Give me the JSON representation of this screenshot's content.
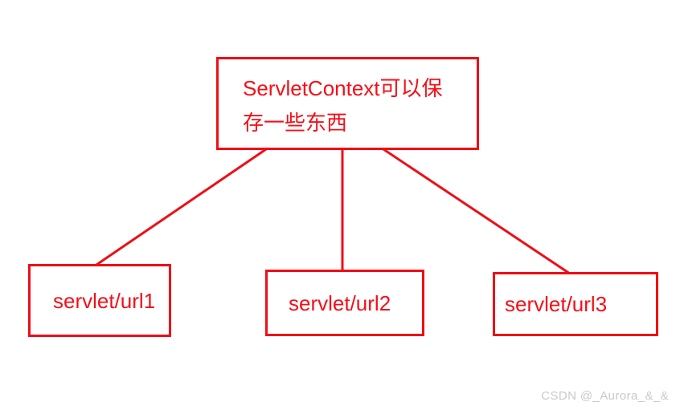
{
  "diagram": {
    "title": "ServletContext sharing diagram",
    "stroke_color": "#f00d16",
    "text_color": "#f50f18",
    "background_color": "#ffffff",
    "nodes": [
      {
        "id": "root",
        "line1": "ServletContext可以保",
        "line2": "存一些东西",
        "full_text": "ServletContext可以保存一些东西"
      },
      {
        "id": "url1",
        "label": "servlet/url1"
      },
      {
        "id": "url2",
        "label": "servlet/url2"
      },
      {
        "id": "url3",
        "label": "servlet/url3"
      }
    ],
    "edges": [
      {
        "from": "root",
        "to": "url1"
      },
      {
        "from": "root",
        "to": "url2"
      },
      {
        "from": "root",
        "to": "url3"
      }
    ]
  },
  "watermark": {
    "text": "CSDN @_Aurora_&_&"
  }
}
